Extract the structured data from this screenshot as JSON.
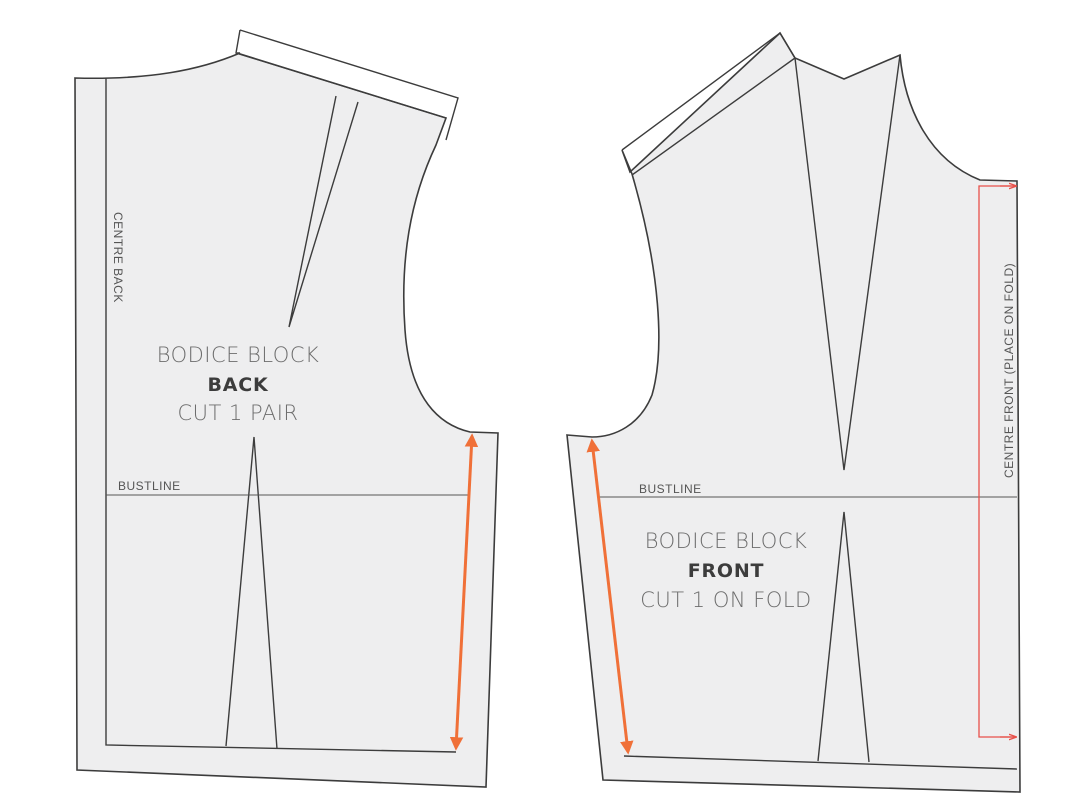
{
  "back": {
    "line1": "BODICE BLOCK",
    "line2": "BACK",
    "line3": "CUT 1 PAIR",
    "centre_label": "CENTRE BACK",
    "bustline_label": "BUSTLINE"
  },
  "front": {
    "line1": "BODICE BLOCK",
    "line2": "FRONT",
    "line3": "CUT 1 ON FOLD",
    "centre_label": "CENTRE FRONT (PLACE ON FOLD)",
    "bustline_label": "BUSTLINE"
  },
  "colors": {
    "piece_fill": "#eeeeef",
    "outline": "#3c3c3c",
    "side_seam_arrow": "#f07038",
    "fold_marker": "#e8504a"
  }
}
